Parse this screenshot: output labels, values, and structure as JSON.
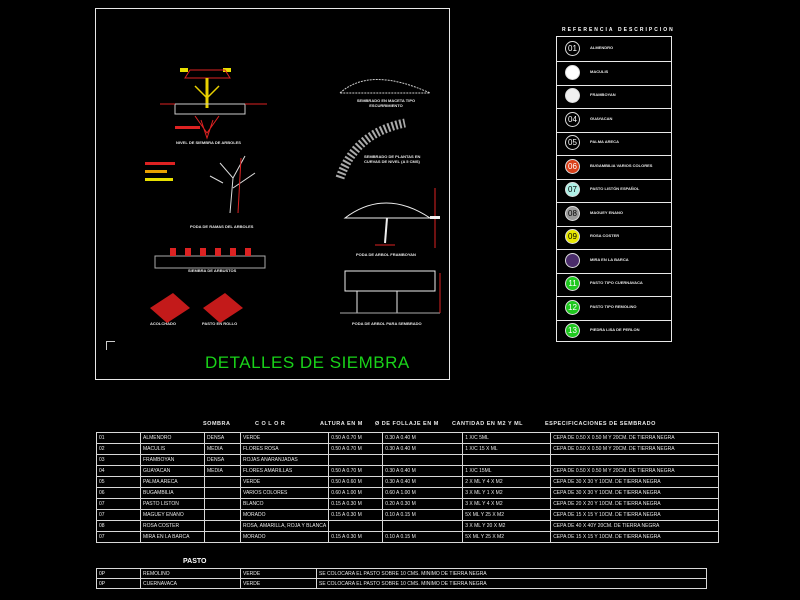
{
  "drawing": {
    "title": "DETALLES DE SIEMBRA",
    "labels": {
      "nivel": "NIVEL DE SIEMBRA DE ARBOLES",
      "sembrado": "SEMBRADO EN MACETA TIPO ESCURRIMIENTO",
      "curva": "SEMBRADO DE PLANTAS EN CURVAS DE NIVEL (A 5 CMS)",
      "poda": "PODA DE RAMAS DEL ARBOLES",
      "poda_arbol": "PODA DE ARBOL FRAMBOYAN",
      "siembra_arbustos": "SIEMBRA DE ARBUSTOS",
      "acolchado": "ACOLCHADO",
      "pasto_rollo": "PASTO EN ROLLO",
      "poda_arbol_dim": "PODA DE ARBOL PARA SEMBRADO"
    }
  },
  "legend": {
    "header_ref": "REFERENCIA",
    "header_desc": "DESCRIPCION",
    "items": [
      {
        "symbol": "01",
        "desc": "ALMENDRO",
        "color": "#000000",
        "text": "#ffffff"
      },
      {
        "symbol": "",
        "desc": "MACULIS",
        "color": "#ffffff",
        "text": "#000000"
      },
      {
        "symbol": "",
        "desc": "FRAMBOYAN",
        "color": "#f0f0f0",
        "text": "#000000"
      },
      {
        "symbol": "04",
        "desc": "GUAYACAN",
        "color": "#000000",
        "text": "#ffffff"
      },
      {
        "symbol": "05",
        "desc": "PALMA ARECA",
        "color": "#000000",
        "text": "#ffffff"
      },
      {
        "symbol": "06",
        "desc": "BUGAMBILIA VARIOS COLORES",
        "color": "#d9401a",
        "text": "#ffffff"
      },
      {
        "symbol": "07",
        "desc": "PASTO LISTÓN ESPAÑOL",
        "color": "#aef0e6",
        "text": "#000000"
      },
      {
        "symbol": "08",
        "desc": "MAGUEY ENANO",
        "color": "#9a9a9a",
        "text": "#000000"
      },
      {
        "symbol": "09",
        "desc": "ROSA COSTER",
        "color": "#e8e800",
        "text": "#000000"
      },
      {
        "symbol": "",
        "desc": "MIRA EN LA BARCA",
        "color": "#4a2c6a",
        "text": "#ffffff"
      },
      {
        "symbol": "11",
        "desc": "PASTO TIPO CUERNAVACA",
        "color": "#1ec81e",
        "text": "#ffffff"
      },
      {
        "symbol": "12",
        "desc": "PASTO TIPO REMOLINO",
        "color": "#1ec81e",
        "text": "#ffffff"
      },
      {
        "symbol": "13",
        "desc": "PIEDRA LISA DE PERLON",
        "color": "#1ec81e",
        "text": "#ffffff"
      }
    ]
  },
  "table": {
    "headers": {
      "sombra": "SOMBRA",
      "color": "C O L O R",
      "altura": "ALTURA EN M",
      "follaje": "Ø DE FOLLAJE EN M",
      "cantidad": "CANTIDAD EN M2 Y ML",
      "especificaciones": "ESPECIFICACIONES DE SEMBRADO"
    },
    "rows": [
      [
        "01",
        "ALMENDRO",
        "DENSA",
        "VERDE",
        "0.50 A 0.70 M",
        "0.30 A 0.40 M",
        "1 X/C 5ML",
        "CEPA DE 0.50 X 0.50 M Y 20CM. DE TIERRA NEGRA"
      ],
      [
        "02",
        "MACULIS",
        "MEDIA",
        "FLORES ROSA",
        "0.50 A 0.70 M",
        "0.30 A 0.40 M",
        "1 X/C 15 X ML",
        "CEPA DE 0.50 X 0.50 M Y 20CM. DE TIERRA NEGRA"
      ],
      [
        "03",
        "FRAMBOYAN",
        "DENSA",
        "ROJAS ANARANJADAS",
        "",
        "",
        "",
        ""
      ],
      [
        "04",
        "GUAYACAN",
        "MEDIA",
        "FLORES AMARILLAS",
        "0.50 A 0.70 M",
        "0.30 A 0.40 M",
        "1 X/C 15ML",
        "CEPA DE 0.50 X 0.50 M Y 20CM. DE TIERRA NEGRA"
      ],
      [
        "05",
        "PALMA ARECA",
        "",
        "VERDE",
        "0.50 A 0.60 M",
        "0.30 A 0.40 M",
        "2 X ML Y 4 X M2",
        "CEPA DE 30 X 30 Y 10CM. DE TIERRA NEGRA"
      ],
      [
        "06",
        "BUGAMBILIA",
        "",
        "VARIOS COLORES",
        "0.60 A 1.00 M",
        "0.60 A 1.00 M",
        "3 X ML Y 1 X M2",
        "CEPA DE 30 X 30 Y 10CM. DE TIERRA NEGRA"
      ],
      [
        "07",
        "PASTO LISTON",
        "",
        "BLANCO",
        "0.15 A 0.30 M",
        "0.20 A 0.30 M",
        "3 X ML Y 4 X M2",
        "CEPA DE 20 X 20 Y 10CM. DE TIERRA NEGRA"
      ],
      [
        "07",
        "MAGUEY ENANO",
        "",
        "MORADO",
        "0.15 A 0.30 M",
        "0.10 A 0.15 M",
        "5X ML Y 25 X M2",
        "CEPA DE 15 X 15 Y 10CM. DE TIERRA NEGRA"
      ],
      [
        "08",
        "ROSA COSTER",
        "",
        "ROSA, AMARILLA, ROJA Y BLANCA",
        "",
        "",
        "3 X ML Y 20 X M2",
        "CEPA DE 40 X 40Y 20CM. DE TIERRA NEGRA"
      ],
      [
        "07",
        "MIRA EN LA BARCA",
        "",
        "MORADO",
        "0.15 A 0.30 M",
        "0.10 A 0.15 M",
        "5X ML Y 25 X M2",
        "CEPA DE 15 X 15 Y 10CM. DE TIERRA NEGRA"
      ]
    ]
  },
  "pasto": {
    "title": "PASTO",
    "rows": [
      [
        "0P",
        "REMOLINO",
        "VERDE",
        "SE COLOCARA EL PASTO SOBRE 10 CMS. MINIMO DE TIERRA NEGRA"
      ],
      [
        "0P",
        "CUERNAVACA",
        "VERDE",
        "SE COLOCARA EL PASTO SOBRE 10 CMS. MINIMO DE TIERRA NEGRA"
      ]
    ]
  }
}
